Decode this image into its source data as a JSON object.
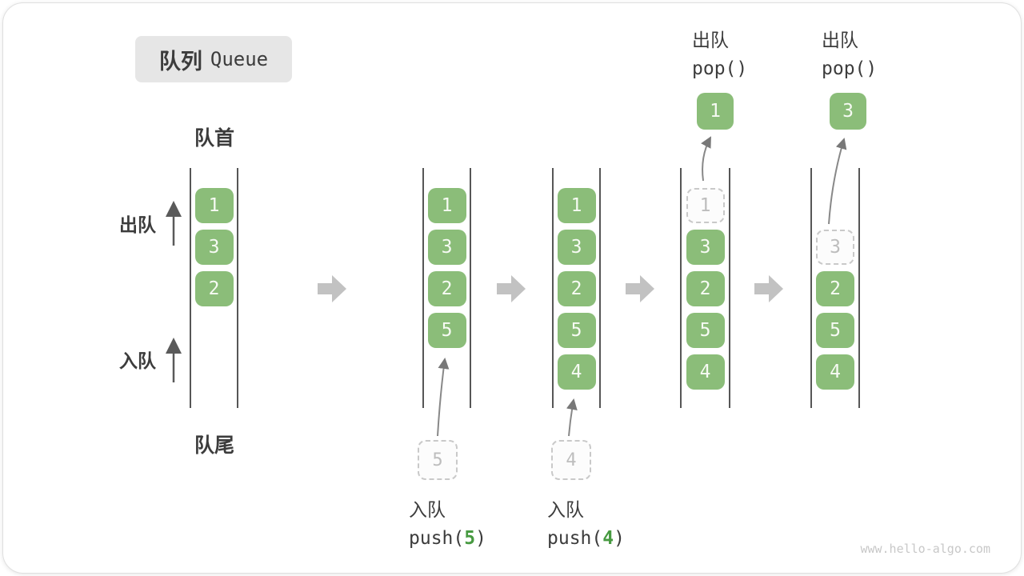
{
  "title": {
    "zh": "队列",
    "en": "Queue"
  },
  "side_labels": {
    "front": "队首",
    "rear": "队尾",
    "dequeue": "出队",
    "enqueue": "入队"
  },
  "queues": [
    {
      "slots": [
        {
          "row": 1,
          "value": "1",
          "type": "solid"
        },
        {
          "row": 2,
          "value": "3",
          "type": "solid"
        },
        {
          "row": 3,
          "value": "2",
          "type": "solid"
        }
      ]
    },
    {
      "slots": [
        {
          "row": 1,
          "value": "1",
          "type": "solid"
        },
        {
          "row": 2,
          "value": "3",
          "type": "solid"
        },
        {
          "row": 3,
          "value": "2",
          "type": "solid"
        },
        {
          "row": 4,
          "value": "5",
          "type": "solid"
        }
      ],
      "staged": "5",
      "op_label": "入队",
      "op_code_pre": "push(",
      "op_arg": "5",
      "op_code_post": ")"
    },
    {
      "slots": [
        {
          "row": 1,
          "value": "1",
          "type": "solid"
        },
        {
          "row": 2,
          "value": "3",
          "type": "solid"
        },
        {
          "row": 3,
          "value": "2",
          "type": "solid"
        },
        {
          "row": 4,
          "value": "5",
          "type": "solid"
        },
        {
          "row": 5,
          "value": "4",
          "type": "solid"
        }
      ],
      "staged": "4",
      "op_label": "入队",
      "op_code_pre": "push(",
      "op_arg": "4",
      "op_code_post": ")"
    },
    {
      "slots": [
        {
          "row": 1,
          "value": "1",
          "type": "dashed"
        },
        {
          "row": 2,
          "value": "3",
          "type": "solid"
        },
        {
          "row": 3,
          "value": "2",
          "type": "solid"
        },
        {
          "row": 4,
          "value": "5",
          "type": "solid"
        },
        {
          "row": 5,
          "value": "4",
          "type": "solid"
        }
      ],
      "popped": "1",
      "op_label": "出队",
      "op_code": "pop()"
    },
    {
      "slots": [
        {
          "row": 2,
          "value": "3",
          "type": "dashed"
        },
        {
          "row": 3,
          "value": "2",
          "type": "solid"
        },
        {
          "row": 4,
          "value": "5",
          "type": "solid"
        },
        {
          "row": 5,
          "value": "4",
          "type": "solid"
        }
      ],
      "popped": "3",
      "op_label": "出队",
      "op_code": "pop()"
    }
  ],
  "watermark": "www.hello-algo.com",
  "colors": {
    "box_green": "#8bbd79",
    "box_text": "#f6faf3",
    "dashed_border": "#c9c9c9",
    "dashed_text": "#bdbdbd",
    "accent_green": "#479a41",
    "label_text": "#3c3c3c",
    "line": "#565656",
    "block_arrow": "#c2c2c2",
    "thin_arrow": "#787878",
    "title_bg": "#e6e6e6",
    "watermark": "#c8c8c8"
  }
}
